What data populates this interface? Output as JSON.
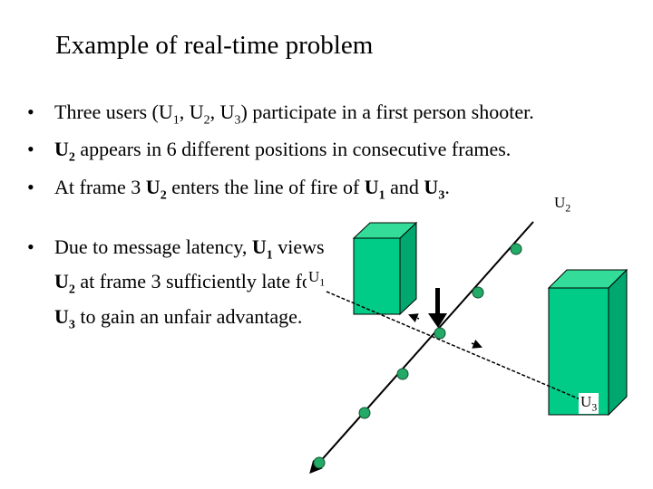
{
  "title": "Example of real-time problem",
  "bullet_marker": "•",
  "bullets": [
    {
      "t1": "Three users (U",
      "s1": "1",
      "t2": ", U",
      "s2": "2",
      "t3": ", U",
      "s3": "3",
      "t4": ") participate in a first person shooter."
    },
    {
      "b1": "U",
      "bs1": "2",
      "t1": " appears in 6 different positions in consecutive frames."
    },
    {
      "t1": "At frame 3 ",
      "b1": "U",
      "bs1": "2",
      "t2": " enters the line of fire of ",
      "b2": "U",
      "bs2": "1",
      "t3": " and ",
      "b3": "U",
      "bs3": "3",
      "t4": "."
    }
  ],
  "bullet4": {
    "t1": "Due to message latency, ",
    "b1": "U",
    "bs1": "1",
    "t2": " views ",
    "b2": "U",
    "bs2": "2",
    "t3": " at frame 3 sufficiently late for ",
    "b3": "U",
    "bs3": "3",
    "t4": " to gain an unfair advantage."
  },
  "labels": {
    "u2": {
      "main": "U",
      "sub": "2"
    },
    "u1": {
      "main": "U",
      "sub": "1"
    },
    "u3": {
      "main": "U",
      "sub": "3"
    }
  },
  "colors": {
    "box_front": "#00cc88",
    "box_side": "#00a870",
    "box_top": "#33dd99",
    "dot": "#22aa66",
    "line": "#000000"
  },
  "icons": {
    "arrow": "down-arrow-icon"
  }
}
